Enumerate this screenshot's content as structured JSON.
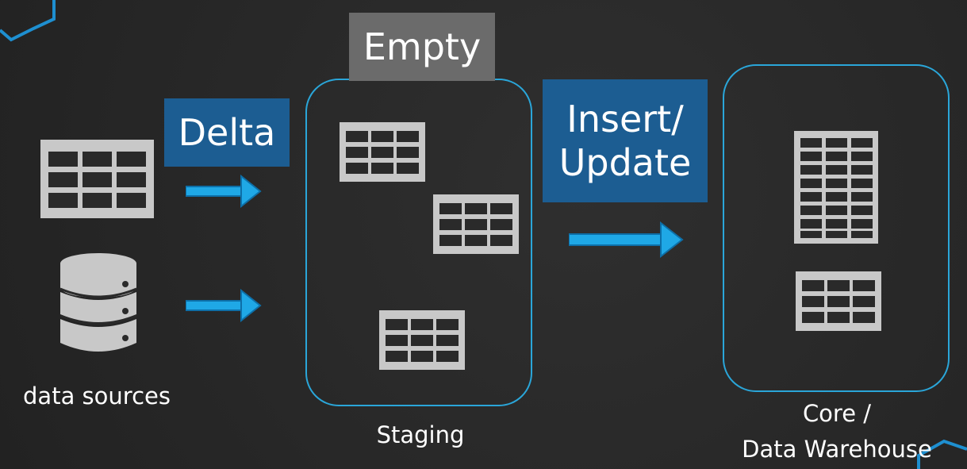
{
  "boxes": {
    "delta": "Delta",
    "empty": "Empty",
    "insert_update_line1": "Insert/",
    "insert_update_line2": "Update"
  },
  "captions": {
    "data_sources": "data sources",
    "staging": "Staging",
    "core_line1": "Core /",
    "core_line2": "Data Warehouse"
  },
  "icons": {
    "source_table": "table-icon",
    "source_database": "database-icon",
    "staging_tables": "table-icon",
    "core_tables": "table-icon",
    "arrows": "arrow-right-icon"
  },
  "colors": {
    "background": "#2a2a2a",
    "panel_border": "#2aa6d9",
    "label_blue": "#1c5d92",
    "label_grey": "#6b6b6b",
    "icon_grey": "#c8c8c8",
    "arrow": "#1fa8e6"
  }
}
